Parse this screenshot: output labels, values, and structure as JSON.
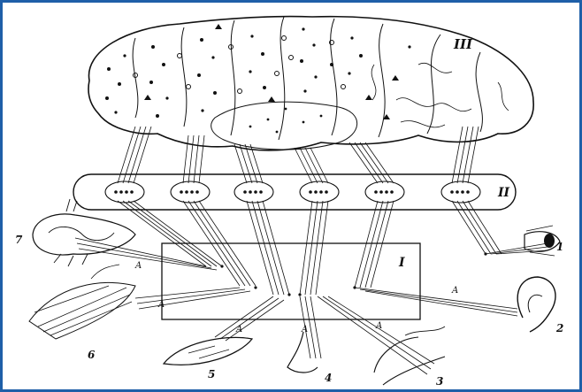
{
  "labels": {
    "cortex": "III",
    "layer_two": "II",
    "layer_one": "I"
  },
  "receptors": {
    "r1": "1",
    "r2": "2",
    "r3": "3",
    "r4": "4",
    "r5": "5",
    "r6": "6",
    "r7": "7"
  },
  "afferent_mark": "A",
  "colors": {
    "frame": "#1f5fa8",
    "ink": "#111111"
  }
}
